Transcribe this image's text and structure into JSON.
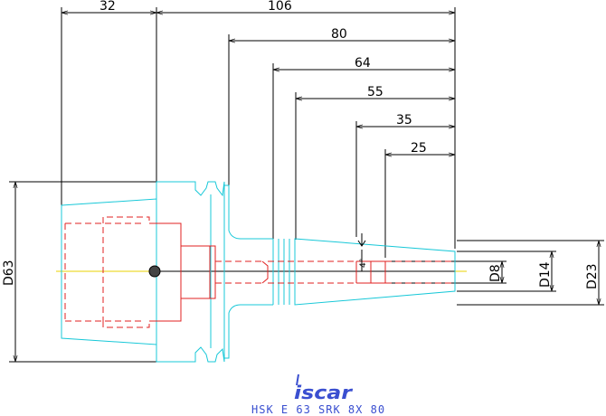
{
  "dimensions": {
    "top": [
      "32",
      "106",
      "80",
      "64",
      "55",
      "35",
      "25"
    ],
    "left_diameter": "D63",
    "right_diameters": [
      "D8",
      "D14",
      "D23"
    ],
    "angle": "4°"
  },
  "logo": {
    "text": "iscar"
  },
  "caption": "HSK E 63 SRK 8X 80",
  "colors": {
    "outline": "#18c8d8",
    "hidden": "#e02020",
    "centerline": "#e8d000",
    "dimension": "#000000",
    "caption": "#3a4fd0"
  }
}
